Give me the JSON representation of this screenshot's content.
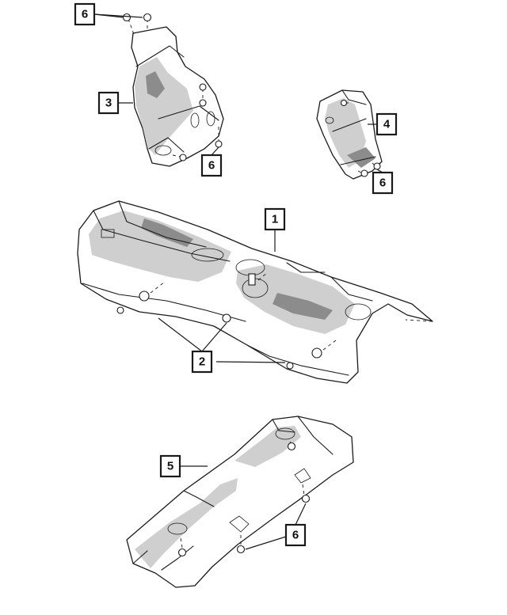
{
  "callouts": {
    "c1": "1",
    "c2": "2",
    "c3": "3",
    "c4": "4",
    "c5": "5",
    "c6a": "6",
    "c6b": "6",
    "c6c": "6",
    "c6d": "6"
  }
}
